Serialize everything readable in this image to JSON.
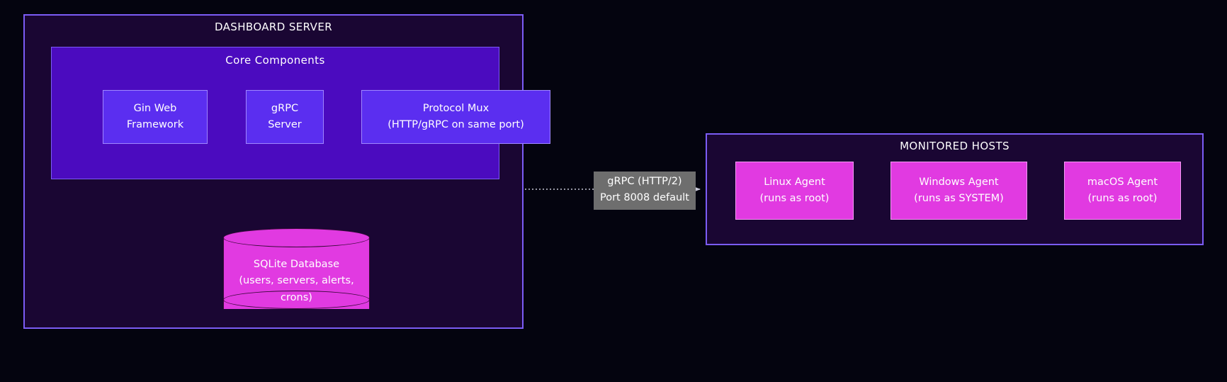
{
  "diagram": {
    "background_color": "#04040f",
    "clusters": [
      {
        "id": "dashboard-server",
        "title": "DASHBOARD SERVER",
        "fill": "#1a0633",
        "border": "#7b5cf5"
      },
      {
        "id": "monitored-hosts",
        "title": "MONITORED HOSTS",
        "fill": "#1a0633",
        "border": "#7b5cf5"
      }
    ],
    "subgraph": {
      "id": "core-components",
      "title": "Core Components",
      "fill": "#4b0bbf",
      "border": "#7b5cf5"
    },
    "components": [
      {
        "id": "gin-web-framework",
        "line1": "Gin Web",
        "line2": "Framework",
        "fill": "#5b2ef0"
      },
      {
        "id": "grpc-server",
        "line1": "gRPC",
        "line2": "Server",
        "fill": "#5b2ef0"
      },
      {
        "id": "protocol-mux",
        "line1": "Protocol Mux",
        "line2": "(HTTP/gRPC on same port)",
        "fill": "#5b2ef0"
      }
    ],
    "database": {
      "id": "sqlite-database",
      "line1": "SQLite Database",
      "line2": "(users, servers, alerts,",
      "line3": "crons)",
      "fill": "#e13ae1"
    },
    "agents": [
      {
        "id": "linux-agent",
        "line1": "Linux Agent",
        "line2": "(runs as root)",
        "fill": "#e13ae1"
      },
      {
        "id": "windows-agent",
        "line1": "Windows Agent",
        "line2": "(runs as SYSTEM)",
        "fill": "#e13ae1"
      },
      {
        "id": "macos-agent",
        "line1": "macOS Agent",
        "line2": "(runs as root)",
        "fill": "#e13ae1"
      }
    ],
    "edges": [
      {
        "id": "core-to-database",
        "label": "",
        "style": "solid-arrow",
        "color": "#c8c8d8"
      },
      {
        "id": "server-to-hosts",
        "label_line1": "gRPC (HTTP/2)",
        "label_line2": "Port 8008 default",
        "label_bg": "#6e6e6e",
        "style": "dotted-arrow",
        "color": "#c8c8d8"
      }
    ]
  }
}
